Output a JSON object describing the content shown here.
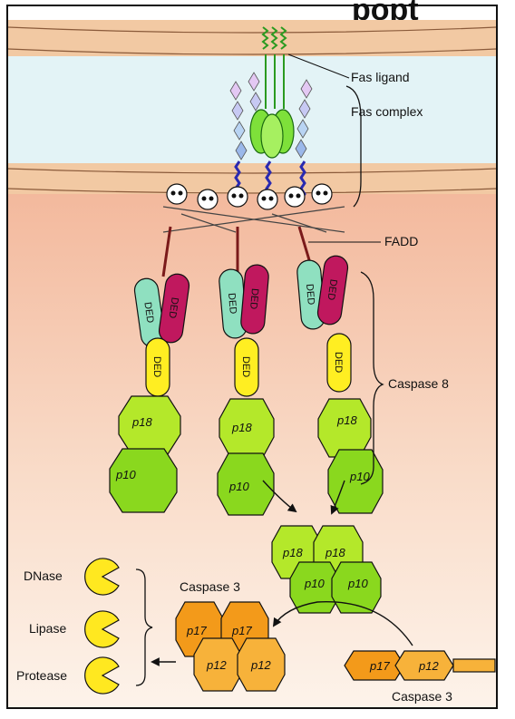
{
  "title_fragment": "popt",
  "labels": {
    "fas_ligand": "Fas ligand",
    "fas_complex": "Fas complex",
    "fadd": "FADD",
    "caspase8": "Caspase 8",
    "caspase3_active": "Caspase 3",
    "caspase3_pro": "Caspase 3",
    "dnase": "DNase",
    "lipase": "Lipase",
    "protease": "Protease"
  },
  "domains": {
    "ded": "DED",
    "p18": "p18",
    "p10": "p10",
    "p17": "p17",
    "p12": "p12"
  },
  "colors": {
    "membrane": "#f2c9a3",
    "extracellular": "#e3f3f6",
    "cytoplasm_top": "#f6c9b2",
    "cytoplasm_bottom": "#fdf0e6",
    "ded_teal": "#8fe0c0",
    "ded_magenta": "#c0185e",
    "ded_yellow": "#ffee22",
    "caspase8_green": "#a8e020",
    "caspase3_orange": "#f0a020",
    "pacman_yellow": "#ffe820"
  }
}
